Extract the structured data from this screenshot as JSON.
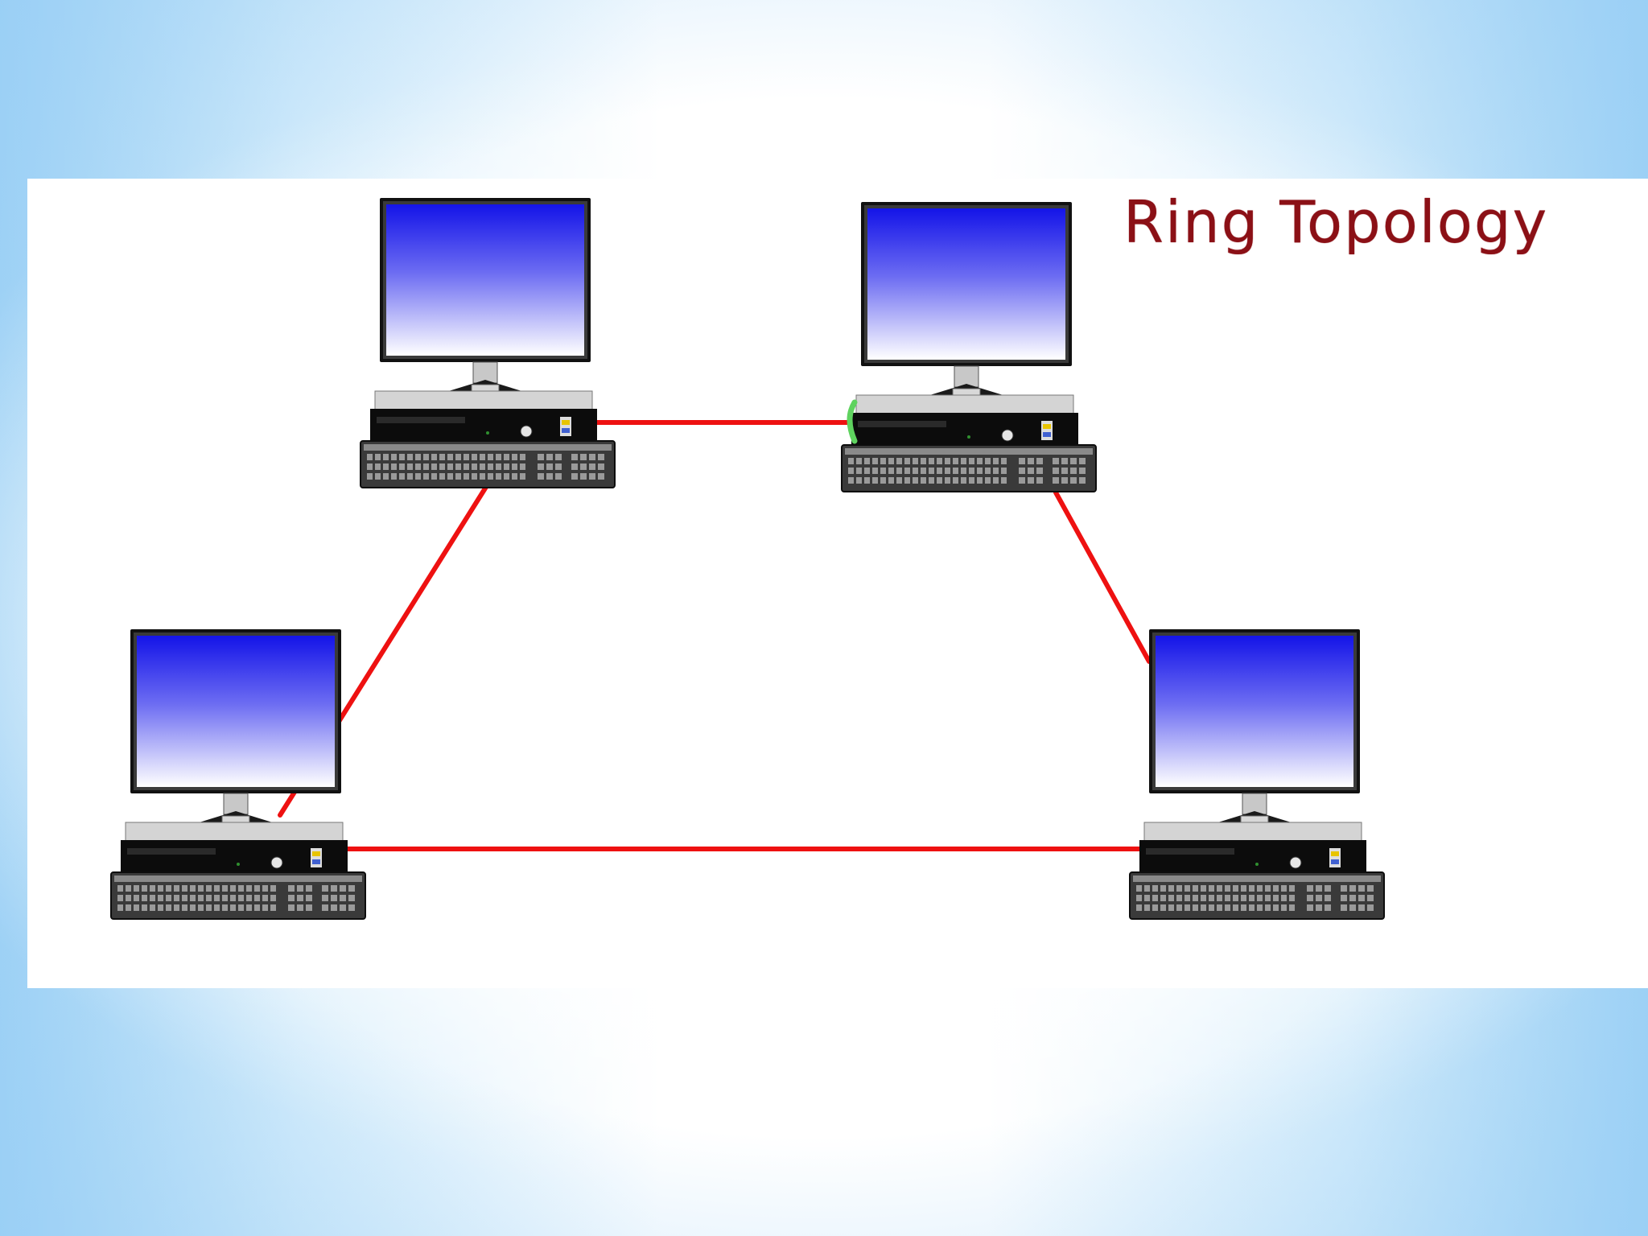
{
  "diagram": {
    "title": "Ring Topology",
    "title_color": "#8b1016",
    "link_color": "#ee1111",
    "screen_gradient": [
      "#1414e8",
      "#ffffff"
    ],
    "nodes": [
      {
        "id": "node-top-left",
        "icon": "desktop-computer-icon"
      },
      {
        "id": "node-top-right",
        "icon": "desktop-computer-icon"
      },
      {
        "id": "node-bottom-right",
        "icon": "desktop-computer-icon"
      },
      {
        "id": "node-bottom-left",
        "icon": "desktop-computer-icon"
      }
    ],
    "links": [
      {
        "from": "node-top-left",
        "to": "node-top-right"
      },
      {
        "from": "node-top-right",
        "to": "node-bottom-right"
      },
      {
        "from": "node-bottom-right",
        "to": "node-bottom-left"
      },
      {
        "from": "node-bottom-left",
        "to": "node-top-left"
      }
    ]
  }
}
